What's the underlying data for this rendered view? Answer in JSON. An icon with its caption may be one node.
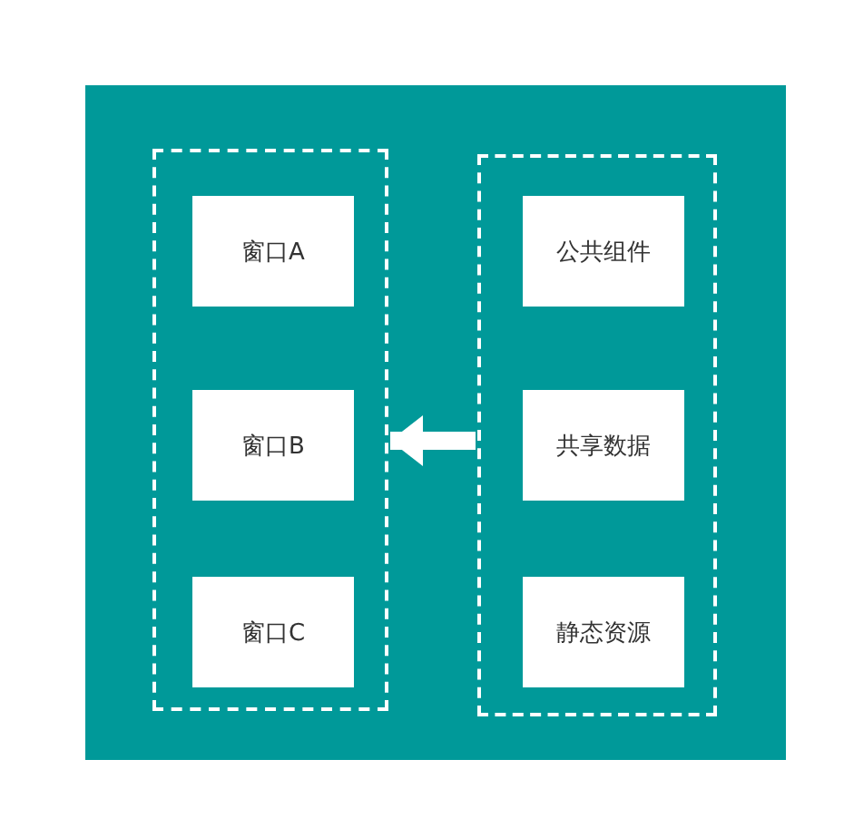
{
  "diagram": {
    "nodes": [
      {
        "text": [],
        "shape": "box"
      },
      {
        "text": [
          "窗口A"
        ],
        "in": 0
      },
      {
        "text": [
          "窗口B"
        ],
        "in": 0
      },
      {
        "text": [
          "窗口C"
        ],
        "in": 0
      },
      {
        "text": [],
        "shape": "box"
      },
      {
        "text": [
          "公共组件"
        ],
        "in": 4
      },
      {
        "text": [
          "共享数据"
        ],
        "in": 4
      },
      {
        "text": [
          "静态资源"
        ],
        "in": 4
      }
    ],
    "edges": [
      {
        "from": 4,
        "to": 0,
        "arrow": "to",
        "color": "#ffffff"
      }
    ]
  }
}
